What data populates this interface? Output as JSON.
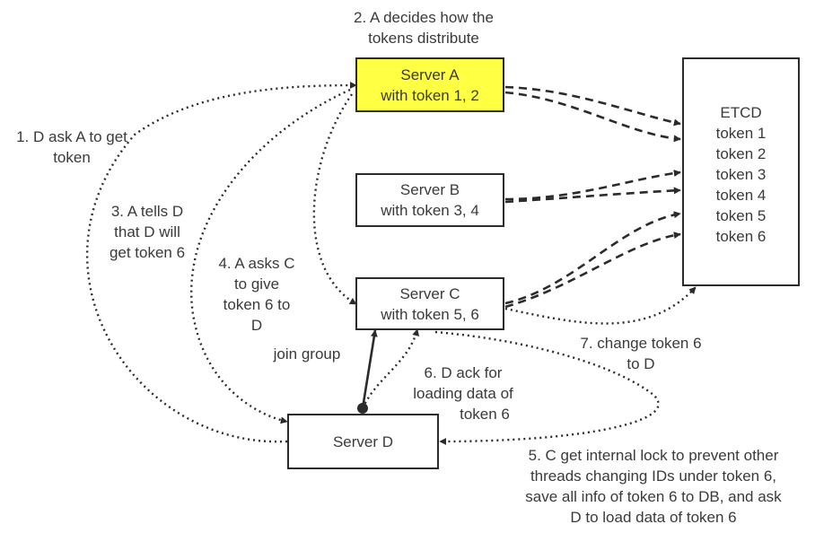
{
  "nodes": {
    "server_a": {
      "lines": [
        "Server A",
        "with token 1, 2"
      ],
      "fill": "#ffff44"
    },
    "server_b": {
      "lines": [
        "Server B",
        "with token 3, 4"
      ]
    },
    "server_c": {
      "lines": [
        "Server C",
        "with token 5, 6"
      ]
    },
    "server_d": {
      "lines": [
        "Server D"
      ]
    },
    "etcd": {
      "lines": [
        "ETCD",
        "token 1",
        "token 2",
        "token 3",
        "token 4",
        "token 5",
        "token 6"
      ]
    }
  },
  "labels": {
    "step1": [
      "1. D ask A to get",
      "token"
    ],
    "step2": [
      "2. A decides how the",
      "tokens distribute"
    ],
    "step3": [
      "3. A tells D",
      "that D will",
      "get token 6"
    ],
    "step4": [
      "4. A asks C",
      "to give",
      "token 6 to",
      "D"
    ],
    "join_group": [
      "join group"
    ],
    "step6": [
      "6. D ack for",
      "loading data of",
      "token 6"
    ],
    "step7": [
      "7. change token 6",
      "to D"
    ],
    "step5": [
      "5. C get internal lock to prevent other",
      "threads changing IDs under token 6,",
      "save all info of token 6 to DB, and ask",
      "D to load data of token 6"
    ]
  },
  "colors": {
    "stroke": "#2b2b2b",
    "text": "#3a3a3a",
    "highlight": "#ffff44"
  }
}
